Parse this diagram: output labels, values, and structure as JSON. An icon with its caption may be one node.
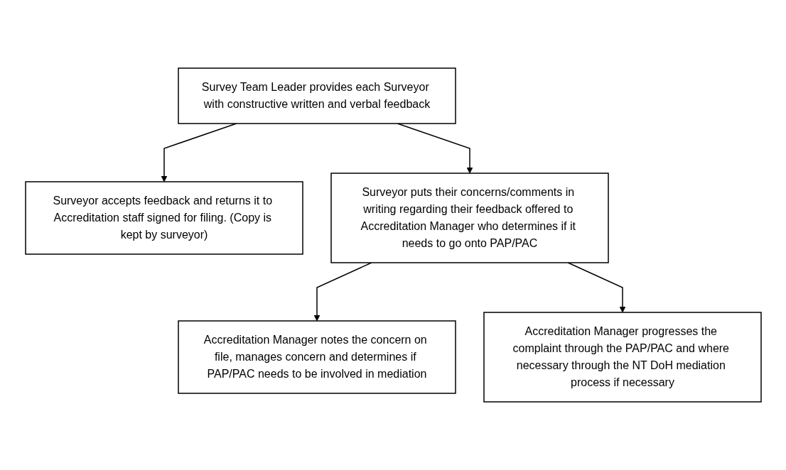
{
  "diagram": {
    "nodes": [
      {
        "text": [
          "Survey Team Leader provides each Surveyor with constructive written and verbal feedback"
        ]
      },
      {
        "text": [
          "Surveyor accepts feedback and returns it to Accreditation staff signed for filing. (Copy is kept by surveyor)"
        ]
      },
      {
        "text": [
          "Surveyor puts their concerns/comments in writing regarding their feedback offered to Accreditation Manager who determines if it needs to go onto PAP/PAC"
        ]
      },
      {
        "text": [
          "Accreditation Manager notes the concern on file, manages concern and determines if PAP/PAC needs to be involved in mediation"
        ]
      },
      {
        "text": [
          "Accreditation Manager progresses the complaint through the PAP/PAC and where necessary through the NT DoH mediation process if necessary"
        ]
      }
    ],
    "edges": [
      {
        "from": 0,
        "to": 1,
        "arrow": "to"
      },
      {
        "from": 0,
        "to": 2,
        "arrow": "to"
      },
      {
        "from": 2,
        "to": 3,
        "arrow": "to"
      },
      {
        "from": 2,
        "to": 4,
        "arrow": "to"
      }
    ]
  }
}
